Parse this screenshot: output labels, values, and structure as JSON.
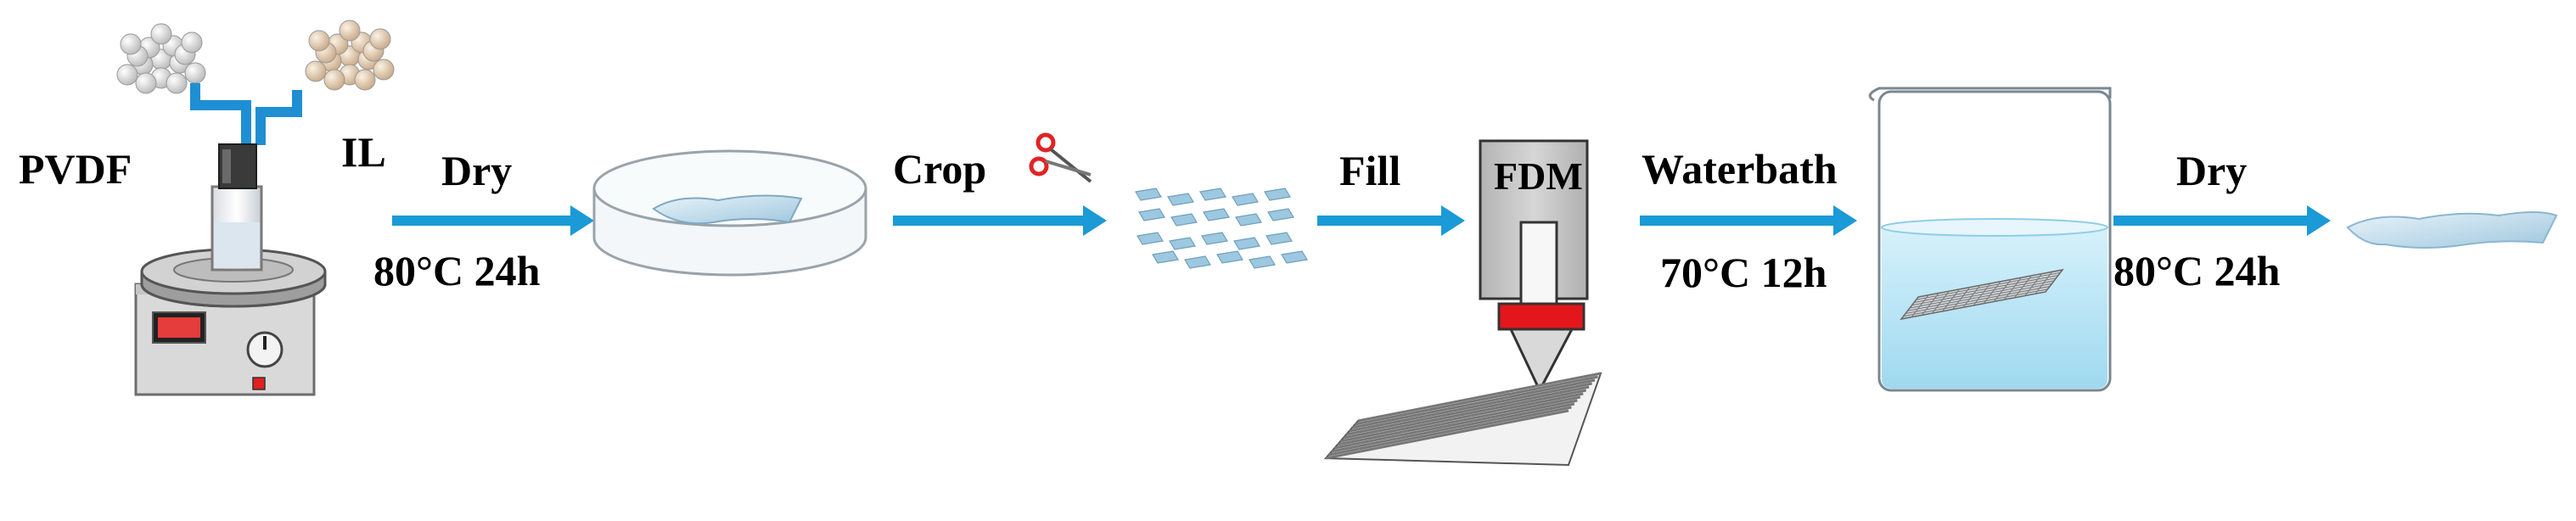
{
  "materials": {
    "left": "PVDF",
    "right": "IL"
  },
  "steps": [
    {
      "name": "Dry",
      "condition": "80°C 24h"
    },
    {
      "name": "Crop"
    },
    {
      "name": "Fill"
    },
    {
      "name": "Waterbath",
      "condition": "70°C 12h"
    },
    {
      "name": "Dry",
      "condition": "80°C 24h"
    }
  ],
  "printer": {
    "label": "FDM"
  },
  "colors": {
    "arrow": "#1a9ad6",
    "tube": "#1f8fd3",
    "film": "#9cc8e0",
    "water": "#bfe6f7",
    "nozzle_red": "#e3171b",
    "printer_body": "#c9c9c9"
  }
}
